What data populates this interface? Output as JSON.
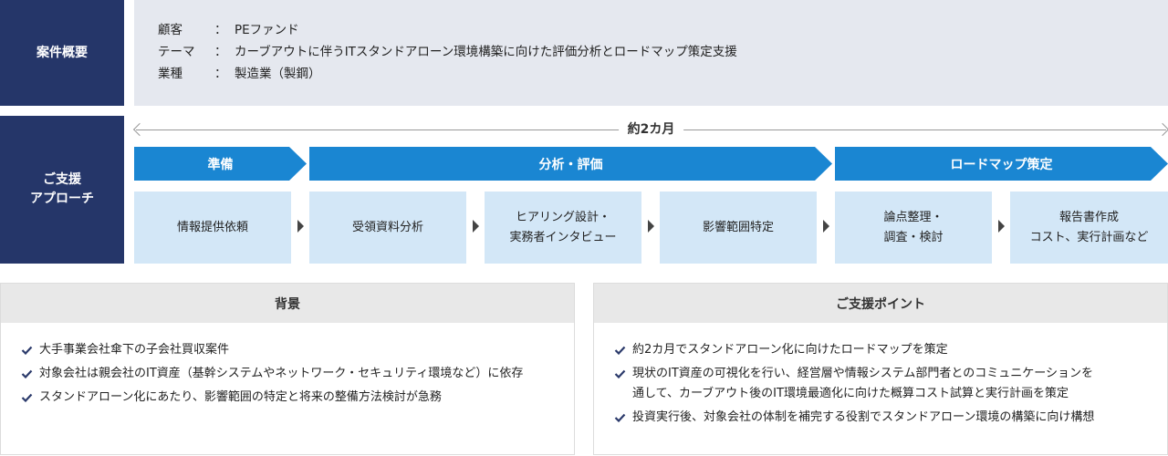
{
  "overview": {
    "section_label": "案件概要",
    "rows": [
      {
        "key": "顧客",
        "colon": "：",
        "value": "PEファンド"
      },
      {
        "key": "テーマ",
        "colon": "：",
        "value": "カーブアウトに伴うITスタンドアローン環境構築に向けた評価分析とロードマップ策定支援"
      },
      {
        "key": "業種",
        "colon": "：",
        "value": "製造業（製鋼）"
      }
    ]
  },
  "approach": {
    "label_line1": "ご支援",
    "label_line2": "アプローチ",
    "duration": "約2カ月",
    "phases": [
      "準備",
      "分析・評価",
      "ロードマップ策定"
    ],
    "steps": [
      {
        "lines": [
          "情報提供依頼"
        ]
      },
      {
        "lines": [
          "受領資料分析"
        ]
      },
      {
        "lines": [
          "ヒアリング設計・",
          "実務者インタビュー"
        ]
      },
      {
        "lines": [
          "影響範囲特定"
        ]
      },
      {
        "lines": [
          "論点整理・",
          "調査・検討"
        ]
      },
      {
        "lines": [
          "報告書作成",
          "コスト、実行計画など"
        ]
      }
    ]
  },
  "background": {
    "title": "背景",
    "items": [
      {
        "lines": [
          "大手事業会社傘下の子会社買収案件"
        ]
      },
      {
        "lines": [
          "対象会社は親会社のIT資産（基幹システムやネットワーク・セキュリティ環境など）に依存"
        ]
      },
      {
        "lines": [
          "スタンドアローン化にあたり、影響範囲の特定と将来の整備方法検討が急務"
        ]
      }
    ]
  },
  "support_points": {
    "title": "ご支援ポイント",
    "items": [
      {
        "lines": [
          "約2カ月でスタンドアローン化に向けたロードマップを策定"
        ]
      },
      {
        "lines": [
          "現状のIT資産の可視化を行い、経営層や情報システム部門者とのコミュニケーションを",
          "通して、カーブアウト後のIT環境最適化に向けた概算コスト試算と実行計画を策定"
        ]
      },
      {
        "lines": [
          "投資実行後、対象会社の体制を補完する役割でスタンドアローン環境の構築に向け構想"
        ]
      }
    ]
  },
  "colors": {
    "navy": "#253669",
    "phase_blue": "#1a86d2",
    "step_light_blue": "#d3e7f7",
    "overview_bg": "#e5e8ef",
    "check_navy": "#2b3a6b"
  },
  "icons": {
    "check": "check-icon",
    "arrow": "triangle-right-icon"
  }
}
